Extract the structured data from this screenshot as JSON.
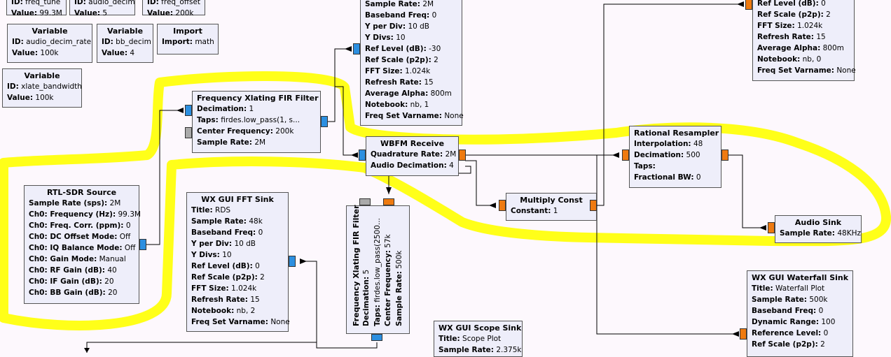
{
  "highlight_color": "#ffff00",
  "wire_color": "#000000",
  "port_colors": {
    "complex": "#2c8fe0",
    "float": "#ee7a10",
    "message": "#aaaaaa"
  },
  "blocks": {
    "var_freq_tune": {
      "params": [
        {
          "k": "ID:",
          "v": "freq_tune"
        },
        {
          "k": "Value:",
          "v": "99.3M"
        }
      ]
    },
    "var_audio_decim": {
      "params": [
        {
          "k": "ID:",
          "v": "audio_decim"
        },
        {
          "k": "Value:",
          "v": "5"
        }
      ]
    },
    "var_freq_offset": {
      "params": [
        {
          "k": "ID:",
          "v": "freq_offset"
        },
        {
          "k": "Value:",
          "v": "200k"
        }
      ]
    },
    "var_audio_decim_rate": {
      "title": "Variable",
      "params": [
        {
          "k": "ID:",
          "v": "audio_decim_rate"
        },
        {
          "k": "Value:",
          "v": "100k"
        }
      ]
    },
    "var_bb_decim": {
      "title": "Variable",
      "params": [
        {
          "k": "ID:",
          "v": "bb_decim"
        },
        {
          "k": "Value:",
          "v": "4"
        }
      ]
    },
    "import_math": {
      "title": "Import",
      "params": [
        {
          "k": "Import:",
          "v": "math"
        }
      ]
    },
    "var_xlate_bandwidth": {
      "title": "Variable",
      "params": [
        {
          "k": "ID:",
          "v": "xlate_bandwidth"
        },
        {
          "k": "Value:",
          "v": "100k"
        }
      ]
    },
    "fft_sink_top": {
      "params": [
        {
          "k": "Sample Rate:",
          "v": "2M"
        },
        {
          "k": "Baseband Freq:",
          "v": "0"
        },
        {
          "k": "Y per Div:",
          "v": "10 dB"
        },
        {
          "k": "Y Divs:",
          "v": "10"
        },
        {
          "k": "Ref Level (dB):",
          "v": "-30"
        },
        {
          "k": "Ref Scale (p2p):",
          "v": "2"
        },
        {
          "k": "FFT Size:",
          "v": "1.024k"
        },
        {
          "k": "Refresh Rate:",
          "v": "15"
        },
        {
          "k": "Average Alpha:",
          "v": "800m"
        },
        {
          "k": "Notebook:",
          "v": "nb, 1"
        },
        {
          "k": "Freq Set Varname:",
          "v": "None"
        }
      ]
    },
    "fft_sink_right": {
      "params": [
        {
          "k": "Ref Level (dB):",
          "v": "0"
        },
        {
          "k": "Ref Scale (p2p):",
          "v": "2"
        },
        {
          "k": "FFT Size:",
          "v": "1.024k"
        },
        {
          "k": "Refresh Rate:",
          "v": "15"
        },
        {
          "k": "Average Alpha:",
          "v": "800m"
        },
        {
          "k": "Notebook:",
          "v": "nb, 0"
        },
        {
          "k": "Freq Set Varname:",
          "v": "None"
        }
      ]
    },
    "xlating_filter": {
      "title": "Frequency Xlating FIR Filter",
      "params": [
        {
          "k": "Decimation:",
          "v": "1"
        },
        {
          "k": "Taps:",
          "v": "firdes.low_pass(1, s..."
        },
        {
          "k": "Center Frequency:",
          "v": "200k"
        },
        {
          "k": "Sample Rate:",
          "v": "2M"
        }
      ]
    },
    "wbfm_receive": {
      "title": "WBFM Receive",
      "params": [
        {
          "k": "Quadrature Rate:",
          "v": "2M"
        },
        {
          "k": "Audio Decimation:",
          "v": "4"
        }
      ]
    },
    "rational_resampler": {
      "title": "Rational Resampler",
      "params": [
        {
          "k": "Interpolation:",
          "v": "48"
        },
        {
          "k": "Decimation:",
          "v": "500"
        },
        {
          "k": "Taps:",
          "v": ""
        },
        {
          "k": "Fractional BW:",
          "v": "0"
        }
      ]
    },
    "multiply_const": {
      "title": "Multiply Const",
      "params": [
        {
          "k": "Constant:",
          "v": "1"
        }
      ]
    },
    "audio_sink": {
      "title": "Audio Sink",
      "params": [
        {
          "k": "Sample Rate:",
          "v": "48KHz"
        }
      ]
    },
    "rtl_sdr_source": {
      "title": "RTL-SDR Source",
      "params": [
        {
          "k": "Sample Rate (sps):",
          "v": "2M"
        },
        {
          "k": "Ch0: Frequency (Hz):",
          "v": "99.3M"
        },
        {
          "k": "Ch0: Freq. Corr. (ppm):",
          "v": "0"
        },
        {
          "k": "Ch0: DC Offset Mode:",
          "v": "Off"
        },
        {
          "k": "Ch0: IQ Balance Mode:",
          "v": "Off"
        },
        {
          "k": "Ch0: Gain Mode:",
          "v": "Manual"
        },
        {
          "k": "Ch0: RF Gain (dB):",
          "v": "40"
        },
        {
          "k": "Ch0: IF Gain (dB):",
          "v": "20"
        },
        {
          "k": "Ch0: BB Gain (dB):",
          "v": "20"
        }
      ]
    },
    "fft_sink_rds": {
      "title": "WX GUI FFT Sink",
      "params": [
        {
          "k": "Title:",
          "v": "RDS"
        },
        {
          "k": "Sample Rate:",
          "v": "48k"
        },
        {
          "k": "Baseband Freq:",
          "v": "0"
        },
        {
          "k": "Y per Div:",
          "v": "10 dB"
        },
        {
          "k": "Y Divs:",
          "v": "10"
        },
        {
          "k": "Ref Level (dB):",
          "v": "0"
        },
        {
          "k": "Ref Scale (p2p):",
          "v": "2"
        },
        {
          "k": "FFT Size:",
          "v": "1.024k"
        },
        {
          "k": "Refresh Rate:",
          "v": "15"
        },
        {
          "k": "Notebook:",
          "v": "nb, 2"
        },
        {
          "k": "Freq Set Varname:",
          "v": "None"
        }
      ]
    },
    "xlating_filter_rot": {
      "title": "Frequency Xlating FIR Filter",
      "params": [
        {
          "k": "Decimation:",
          "v": "5"
        },
        {
          "k": "Taps:",
          "v": "firdes.low_pass(2500..."
        },
        {
          "k": "Center Frequency:",
          "v": "57k"
        },
        {
          "k": "Sample Rate:",
          "v": "500k"
        }
      ]
    },
    "scope_sink": {
      "title": "WX GUI Scope Sink",
      "params": [
        {
          "k": "Title:",
          "v": "Scope Plot"
        },
        {
          "k": "Sample Rate:",
          "v": "2.375k"
        }
      ]
    },
    "waterfall_sink": {
      "title": "WX GUI Waterfall Sink",
      "params": [
        {
          "k": "Title:",
          "v": "Waterfall Plot"
        },
        {
          "k": "Sample Rate:",
          "v": "500k"
        },
        {
          "k": "Baseband Freq:",
          "v": "0"
        },
        {
          "k": "Dynamic Range:",
          "v": "100"
        },
        {
          "k": "Reference Level:",
          "v": "0"
        },
        {
          "k": "Ref Scale (p2p):",
          "v": "2"
        }
      ]
    }
  }
}
